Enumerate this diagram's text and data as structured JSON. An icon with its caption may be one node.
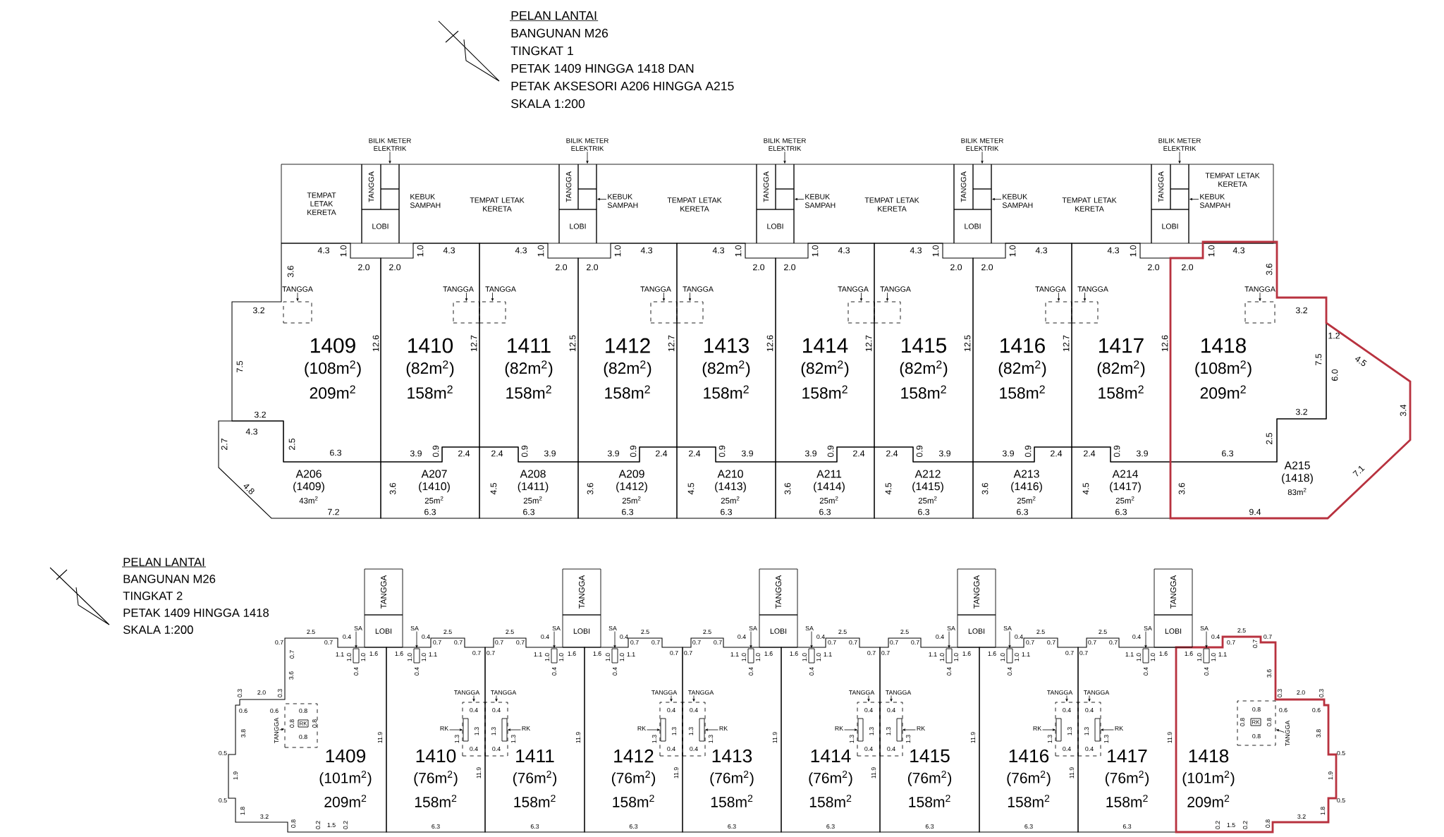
{
  "diagram": {
    "nodes": [
      {
        "text": [
          "TEMPAT LETAK KERETA"
        ]
      },
      {
        "text": [
          "TANGGA"
        ]
      },
      {
        "text": [
          "TANGGA"
        ]
      },
      {
        "text": [
          "TANGGA"
        ]
      },
      {
        "text": [
          "TANGGA"
        ]
      },
      {
        "text": [
          "TANGGA"
        ]
      },
      {
        "text": [],
        "shape": "box"
      },
      {
        "text": [],
        "shape": "box"
      },
      {
        "text": [],
        "shape": "box"
      },
      {
        "text": [],
        "shape": "box"
      },
      {
        "text": [],
        "shape": "box"
      },
      {
        "text": [],
        "shape": "box"
      },
      {
        "text": [],
        "shape": "box"
      },
      {
        "text": [],
        "shape": "box"
      },
      {
        "text": [],
        "shape": "box"
      },
      {
        "text": [],
        "shape": "box"
      },
      {
        "text": [
          "LOBI"
        ]
      },
      {
        "text": [
          "LOBI"
        ]
      },
      {
        "text": [
          "LOBI"
        ]
      },
      {
        "text": [
          "LOBI"
        ]
      },
      {
        "text": [
          "LOBI"
        ]
      },
      {
        "text": [
          "TEMPAT LETAK KERETA"
        ]
      },
      {
        "text": [
          "TEMPAT LETAK KERETA"
        ]
      },
      {
        "text": [
          "TEMPAT LETAK KERETA"
        ]
      },
      {
        "text": [
          "TEMPAT LETAK KERETA"
        ]
      },
      {
        "text": [
          "TEMPAT LETAK KERETA"
        ]
      },
      {
        "text": [
          "BILIK METER ELEKTRIK"
        ]
      },
      {
        "text": [
          "BILIK METER ELEKTRIK"
        ]
      },
      {
        "text": [
          "BILIK METER ELEKTRIK"
        ]
      },
      {
        "text": [
          "BILIK METER ELEKTRIK"
        ]
      },
      {
        "text": [
          "BILIK METER ELEKTRIK"
        ]
      },
      {
        "text": [
          "KEBUK SAMPAH"
        ],
        "in": 21
      },
      {
        "text": [
          "KEBUK SAMPAH"
        ],
        "in": 22
      },
      {
        "text": [
          "KEBUK SAMPAH"
        ],
        "in": 23
      },
      {
        "text": [
          "KEBUK SAMPAH"
        ],
        "in": 24
      },
      {
        "text": [
          "KEBUK SAMPAH"
        ],
        "in": 25
      },
      {
        "text": [
          "1409",
          "(108m$^{2}$)",
          "209m$^{2}$"
        ],
        "beside": [
          "4.3",
          "1.0",
          "2.0",
          "3.6",
          "3.2",
          "7.5",
          "12.6",
          "3.2",
          "2.5",
          "6.3"
        ]
      },
      {
        "text": [
          "1410",
          "(82m$^{2}$)",
          "158m$^{2}$"
        ],
        "beside": [
          "2.0",
          "1.0",
          "4.3",
          "12.7",
          "3.9",
          "0.9",
          "2.4"
        ]
      },
      {
        "text": [
          "1411",
          "(82m$^{2}$)",
          "158m$^{2}$"
        ],
        "beside": [
          "4.3",
          "1.0",
          "2.0",
          "12.5",
          "2.4",
          "0.9",
          "3.9"
        ]
      },
      {
        "text": [
          "1412",
          "(82m$^{2}$)",
          "158m$^{2}$"
        ],
        "beside": [
          "2.0",
          "1.0",
          "4.3",
          "12.7",
          "3.9",
          "0.9",
          "2.4"
        ]
      },
      {
        "text": [
          "1413",
          "(82m$^{2}$)",
          "158m$^{2}$"
        ],
        "beside": [
          "4.3",
          "1.0",
          "2.0",
          "12.6",
          "2.4",
          "0.9",
          "3.9"
        ]
      },
      {
        "text": [
          "1414",
          "(82m$^{2}$)",
          "158m$^{2}$"
        ],
        "beside": [
          "2.0",
          "1.0",
          "4.3",
          "12.7",
          "3.9",
          "0.9",
          "2.4"
        ]
      },
      {
        "text": [
          "1415",
          "(82m$^{2}$)",
          "158m$^{2}$"
        ],
        "beside": [
          "4.3",
          "1.0",
          "2.0",
          "12.5",
          "2.4",
          "0.9",
          "3.9"
        ]
      },
      {
        "text": [
          "1416",
          "(82m$^{2}$)",
          "158m$^{2}$"
        ],
        "beside": [
          "2.0",
          "1.0",
          "4.3",
          "12.7",
          "3.9",
          "0.9",
          "2.4"
        ]
      },
      {
        "text": [
          "1417",
          "(82m$^{2}$)",
          "158m$^{2}$"
        ],
        "beside": [
          "4.3",
          "1.0",
          "2.0",
          "12.6",
          "2.4",
          "0.9",
          "3.9"
        ]
      },
      {
        "text": [
          "1418",
          "(108m$^{2}$)",
          "209m$^{2}$"
        ],
        "beside": [
          "2.0",
          "1.0",
          "4.3",
          "3.6",
          "3.2",
          "7.5",
          "3.2",
          "2.5",
          "6.3"
        ]
      },
      {
        "text": [
          "TANGGA"
        ],
        "in": 36
      },
      {
        "text": [
          "TANGGA"
        ],
        "in": 37
      },
      {
        "text": [
          "TANGGA"
        ],
        "in": 38
      },
      {
        "text": [
          "TANGGA"
        ],
        "in": 39
      },
      {
        "text": [
          "TANGGA"
        ],
        "in": 40
      },
      {
        "text": [
          "TANGGA"
        ],
        "in": 41
      },
      {
        "text": [
          "TANGGA"
        ],
        "in": 42
      },
      {
        "text": [
          "TANGGA"
        ],
        "in": 43
      },
      {
        "text": [
          "TANGGA"
        ],
        "in": 44
      },
      {
        "text": [
          "TANGGA"
        ],
        "in": 45
      },
      {
        "text": [],
        "shape": "box",
        "in": 36
      },
      {
        "text": [],
        "shape": "box",
        "in": 37
      },
      {
        "text": [],
        "shape": "box",
        "in": 38
      },
      {
        "text": [],
        "shape": "box",
        "in": 39
      },
      {
        "text": [],
        "shape": "box",
        "in": 40
      },
      {
        "text": [],
        "shape": "box",
        "in": 41
      },
      {
        "text": [],
        "shape": "box",
        "in": 42
      },
      {
        "text": [],
        "shape": "box",
        "in": 43
      },
      {
        "text": [],
        "shape": "box",
        "in": 44
      },
      {
        "text": [],
        "shape": "box",
        "in": 45
      },
      {
        "text": [
          "A206",
          "(1409)",
          "43m$^{2}$",
          "4.3",
          "2.7",
          "4.8",
          "7.2"
        ]
      },
      {
        "text": [
          "A207",
          "(1410)",
          "25m$^{2}$",
          "3.6",
          "6.3"
        ]
      },
      {
        "text": [
          "A208",
          "(1411)",
          "25m$^{2}$",
          "4.5",
          "6.3"
        ]
      },
      {
        "text": [
          "A209",
          "(1412)",
          "25m$^{2}$",
          "3.6",
          "6.3"
        ]
      },
      {
        "text": [
          "A210",
          "(1413)",
          "25m$^{2}$",
          "4.5",
          "6.3"
        ]
      },
      {
        "text": [
          "A211",
          "(1414)",
          "25m$^{2}$",
          "3.6",
          "6.3"
        ]
      },
      {
        "text": [
          "A212",
          "(1415)",
          "25m$^{2}$",
          "4.5",
          "6.3"
        ]
      },
      {
        "text": [
          "A213",
          "(1416)",
          "25m$^{2}$",
          "3.6",
          "6.3"
        ]
      },
      {
        "text": [
          "A214",
          "(1417)",
          "25m$^{2}$",
          "4.5",
          "6.3"
        ]
      },
      {
        "text": [
          "A215",
          "(1418)",
          "83m$^{2}$",
          "1.2",
          "4.5",
          "6.0",
          "3.4",
          "7.1",
          "3.6",
          "9.4"
        ]
      },
      {
        "text": [
          "1409",
          "(101m$^{2}$)",
          "209m$^{2}$"
        ],
        "beside": [
          "0.7",
          "2.5",
          "0.7",
          "0.7",
          "0.4",
          "1.1",
          "1.0",
          "0.4",
          "1.0",
          "1.6",
          "3.6",
          "0.3",
          "2.0",
          "0.3",
          "0.6",
          "0.6",
          "3.8",
          "0.8",
          "0.8",
          "0.8",
          "0.8",
          "0.5",
          "1.9",
          "0.5",
          "1.8",
          "3.2",
          "0.8",
          "0.2",
          "1.5",
          "0.2",
          "11.9"
        ]
      },
      {
        "text": [
          "1410",
          "(76m$^{2}$)",
          "158m$^{2}$"
        ],
        "beside": [
          "1.6",
          "1.0",
          "0.4",
          "1.0",
          "1.1",
          "0.4",
          "2.5",
          "0.7",
          "0.7",
          "0.7",
          "0.4",
          "1.3",
          "1.3",
          "0.4",
          "11.9",
          "6.3"
        ]
      },
      {
        "text": [
          "1411",
          "(76m$^{2}$)",
          "158m$^{2}$"
        ],
        "beside": [
          "0.7",
          "2.5",
          "0.7",
          "0.7",
          "0.4",
          "1.1",
          "1.0",
          "0.4",
          "1.0",
          "1.6",
          "0.4",
          "1.3",
          "1.3",
          "0.4",
          "11.9",
          "6.3"
        ]
      },
      {
        "text": [
          "1412",
          "(76m$^{2}$)",
          "158m$^{2}$"
        ],
        "beside": [
          "1.6",
          "1.0",
          "0.4",
          "1.0",
          "1.1",
          "0.4",
          "2.5",
          "0.7",
          "0.7",
          "0.7",
          "0.4",
          "1.3",
          "1.3",
          "0.4",
          "11.9",
          "6.3"
        ]
      },
      {
        "text": [
          "1413",
          "(76m$^{2}$)",
          "158m$^{2}$"
        ],
        "beside": [
          "0.7",
          "2.5",
          "0.7",
          "0.7",
          "0.4",
          "1.1",
          "1.0",
          "0.4",
          "1.0",
          "1.6",
          "0.4",
          "1.3",
          "1.3",
          "0.4",
          "11.9",
          "6.3"
        ]
      },
      {
        "text": [
          "1414",
          "(76m$^{2}$)",
          "158m$^{2}$"
        ],
        "beside": [
          "1.6",
          "1.0",
          "0.4",
          "1.0",
          "1.1",
          "0.4",
          "2.5",
          "0.7",
          "0.7",
          "0.7",
          "0.4",
          "1.3",
          "1.3",
          "0.4",
          "11.9",
          "6.3"
        ]
      },
      {
        "text": [
          "1415",
          "(76m$^{2}$)",
          "158m$^{2}$"
        ],
        "beside": [
          "0.7",
          "2.5",
          "0.7",
          "0.7",
          "0.4",
          "1.1",
          "1.0",
          "0.4",
          "1.0",
          "1.6",
          "0.4",
          "1.3",
          "1.3",
          "0.4",
          "11.9",
          "6.3"
        ]
      },
      {
        "text": [
          "1416",
          "(76m$^{2}$)",
          "158m$^{2}$"
        ],
        "beside": [
          "1.6",
          "1.0",
          "0.4",
          "1.0",
          "1.1",
          "0.4",
          "2.5",
          "0.7",
          "0.7",
          "0.7",
          "0.4",
          "1.3",
          "1.3",
          "0.4",
          "11.9",
          "6.3"
        ]
      },
      {
        "text": [
          "1417",
          "(76m$^{2}$)",
          "158m$^{2}$"
        ],
        "beside": [
          "0.7",
          "2.5",
          "0.7",
          "0.7",
          "0.4",
          "1.1",
          "1.0",
          "0.4",
          "1.0",
          "1.6",
          "0.4",
          "1.3",
          "1.3",
          "0.4",
          "11.9",
          "6.3"
        ]
      },
      {
        "text": [
          "1418",
          "(101m$^{2}$)",
          "209m$^{2}$"
        ],
        "beside": [
          "1.6",
          "1.0",
          "0.4",
          "1.0",
          "1.1",
          "0.4",
          "0.7",
          "2.5",
          "0.7",
          "0.7",
          "3.6",
          "0.3",
          "2.0",
          "0.3",
          "0.6",
          "0.6",
          "3.8",
          "0.8",
          "0.8",
          "0.8",
          "0.8",
          "0.5",
          "1.9",
          "0.5",
          "1.8",
          "3.2",
          "0.8",
          "0.2",
          "1.5",
          "0.2"
        ]
      },
      {
        "text": [
          "TANGGA"
        ]
      },
      {
        "text": [
          "TANGGA"
        ]
      },
      {
        "text": [
          "TANGGA"
        ]
      },
      {
        "text": [
          "TANGGA"
        ]
      },
      {
        "text": [
          "TANGGA"
        ]
      },
      {
        "text": [
          "LOBI"
        ]
      },
      {
        "text": [
          "LOBI"
        ]
      },
      {
        "text": [
          "LOBI"
        ]
      },
      {
        "text": [
          "LOBI"
        ]
      },
      {
        "text": [
          "LOBI"
        ]
      },
      {
        "text": [
          "SA"
        ]
      },
      {
        "text": [
          "SA"
        ]
      },
      {
        "text": [
          "SA"
        ]
      },
      {
        "text": [
          "SA"
        ]
      },
      {
        "text": [
          "SA"
        ]
      },
      {
        "text": [
          "SA"
        ]
      },
      {
        "text": [
          "SA"
        ]
      },
      {
        "text": [
          "SA"
        ]
      },
      {
        "text": [
          "SA"
        ]
      },
      {
        "text": [
          "SA"
        ]
      },
      {
        "text": [],
        "shape": "box",
        "in": 76
      },
      {
        "text": [],
        "shape": "box",
        "in": 77
      },
      {
        "text": [],
        "shape": "box",
        "in": 78
      },
      {
        "text": [],
        "shape": "box",
        "in": 79
      },
      {
        "text": [],
        "shape": "box",
        "in": 80
      },
      {
        "text": [],
        "shape": "box",
        "in": 81
      },
      {
        "text": [],
        "shape": "box",
        "in": 82
      },
      {
        "text": [],
        "shape": "box",
        "in": 83
      },
      {
        "text": [],
        "shape": "box",
        "in": 84
      },
      {
        "text": [],
        "shape": "box",
        "in": 85
      },
      {
        "text": [
          "TANGGA"
        ],
        "in": 76
      },
      {
        "text": [
          "TANGGA"
        ],
        "in": 77
      },
      {
        "text": [
          "TANGGA"
        ],
        "in": 78
      },
      {
        "text": [
          "TANGGA"
        ],
        "in": 79
      },
      {
        "text": [
          "TANGGA"
        ],
        "in": 80
      },
      {
        "text": [
          "TANGGA"
        ],
        "in": 81
      },
      {
        "text": [
          "TANGGA"
        ],
        "in": 82
      },
      {
        "text": [
          "TANGGA"
        ],
        "in": 83
      },
      {
        "text": [
          "TANGGA"
        ],
        "in": 84
      },
      {
        "text": [
          "TANGGA"
        ],
        "in": 85
      },
      {
        "text": [],
        "shape": "box",
        "in": 76
      },
      {
        "text": [],
        "shape": "box",
        "in": 77
      },
      {
        "text": [],
        "shape": "box",
        "in": 78
      },
      {
        "text": [],
        "shape": "box",
        "in": 79
      },
      {
        "text": [],
        "shape": "box",
        "in": 80
      },
      {
        "text": [],
        "shape": "box",
        "in": 81
      },
      {
        "text": [],
        "shape": "box",
        "in": 82
      },
      {
        "text": [],
        "shape": "box",
        "in": 83
      },
      {
        "text": [],
        "shape": "box",
        "in": 84
      },
      {
        "text": [],
        "shape": "box",
        "in": 85
      },
      {
        "text": [
          "RK"
        ],
        "in": 126
      },
      {
        "text": [],
        "shape": "box",
        "in": 127
      },
      {
        "text": [],
        "shape": "box",
        "in": 128
      },
      {
        "text": [],
        "shape": "box",
        "in": 129
      },
      {
        "text": [],
        "shape": "box",
        "in": 130
      },
      {
        "text": [],
        "shape": "box",
        "in": 131
      },
      {
        "text": [],
        "shape": "box",
        "in": 132
      },
      {
        "text": [],
        "shape": "box",
        "in": 133
      },
      {
        "text": [],
        "shape": "box",
        "in": 134
      },
      {
        "text": [
          "RK"
        ],
        "in": 135
      },
      {
        "text": [
          "RK"
        ],
        "in": 77
      },
      {
        "text": [
          "RK"
        ],
        "in": 78
      },
      {
        "text": [
          "RK"
        ],
        "in": 79
      },
      {
        "text": [
          "RK"
        ],
        "in": 80
      },
      {
        "text": [
          "RK"
        ],
        "in": 81
      },
      {
        "text": [
          "RK"
        ],
        "in": 82
      },
      {
        "text": [
          "RK"
        ],
        "in": 83
      },
      {
        "text": [
          "RK"
        ],
        "in": 84
      }
    ],
    "edges": [
      {
        "from": 26,
        "to": 6,
        "arrow": "to"
      },
      {
        "from": 27,
        "to": 7,
        "arrow": "to"
      },
      {
        "from": 28,
        "to": 8,
        "arrow": "to"
      },
      {
        "from": 29,
        "to": 9,
        "arrow": "to"
      },
      {
        "from": 30,
        "to": 10,
        "arrow": "to"
      },
      {
        "from": 32,
        "to": 12,
        "arrow": "to"
      },
      {
        "from": 33,
        "to": 13,
        "arrow": "to"
      },
      {
        "from": 34,
        "to": 14,
        "arrow": "to"
      },
      {
        "from": 35,
        "to": 15,
        "arrow": "to"
      },
      {
        "from": 46,
        "to": 56,
        "arrow": "to"
      },
      {
        "from": 47,
        "to": 57,
        "arrow": "to"
      },
      {
        "from": 48,
        "to": 58,
        "arrow": "to"
      },
      {
        "from": 49,
        "to": 59,
        "arrow": "to"
      },
      {
        "from": 50,
        "to": 60,
        "arrow": "to"
      },
      {
        "from": 51,
        "to": 61,
        "arrow": "to"
      },
      {
        "from": 52,
        "to": 62,
        "arrow": "to"
      },
      {
        "from": 53,
        "to": 63,
        "arrow": "to"
      },
      {
        "from": 54,
        "to": 64,
        "arrow": "to"
      },
      {
        "from": 55,
        "to": 65,
        "arrow": "to"
      },
      {
        "from": 96,
        "to": 106,
        "arrow": "to"
      },
      {
        "from": 97,
        "to": 107,
        "arrow": "to"
      },
      {
        "from": 98,
        "to": 108,
        "arrow": "to"
      },
      {
        "from": 99,
        "to": 109,
        "arrow": "to"
      },
      {
        "from": 100,
        "to": 110,
        "arrow": "to"
      },
      {
        "from": 101,
        "to": 111,
        "arrow": "to"
      },
      {
        "from": 102,
        "to": 112,
        "arrow": "to"
      },
      {
        "from": 103,
        "to": 113,
        "arrow": "to"
      },
      {
        "from": 104,
        "to": 114,
        "arrow": "to"
      },
      {
        "from": 105,
        "to": 115,
        "arrow": "to"
      },
      {
        "from": 116,
        "to": 126,
        "arrow": "to"
      },
      {
        "from": 117,
        "to": 127,
        "arrow": "to"
      },
      {
        "from": 118,
        "to": 128,
        "arrow": "to"
      },
      {
        "from": 119,
        "to": 129,
        "arrow": "to"
      },
      {
        "from": 120,
        "to": 130,
        "arrow": "to"
      },
      {
        "from": 121,
        "to": 131,
        "arrow": "to"
      },
      {
        "from": 122,
        "to": 132,
        "arrow": "to"
      },
      {
        "from": 123,
        "to": 133,
        "arrow": "to"
      },
      {
        "from": 124,
        "to": 134,
        "arrow": "to"
      },
      {
        "from": 125,
        "to": 135,
        "arrow": "to"
      },
      {
        "from": 146,
        "to": 137,
        "arrow": "to"
      },
      {
        "from": 147,
        "to": 138,
        "arrow": "to"
      },
      {
        "from": 148,
        "to": 139,
        "arrow": "to"
      },
      {
        "from": 149,
        "to": 140,
        "arrow": "to"
      },
      {
        "from": 150,
        "to": 141,
        "arrow": "to"
      },
      {
        "from": 151,
        "to": 142,
        "arrow": "to"
      },
      {
        "from": 152,
        "to": 143,
        "arrow": "to"
      },
      {
        "from": 153,
        "to": 144,
        "arrow": "to"
      }
    ],
    "labels": [
      "PELAN LANTAI",
      "BANGUNAN M26",
      "TINGKAT 1",
      "PETAK 1409 HINGGA 1418 DAN",
      "PETAK AKSESORI A206 HINGGA A215",
      "SKALA 1:200",
      "PELAN LANTAI",
      "BANGUNAN M26",
      "TINGKAT 2",
      "PETAK 1409 HINGGA 1418",
      "SKALA 1:200"
    ]
  }
}
